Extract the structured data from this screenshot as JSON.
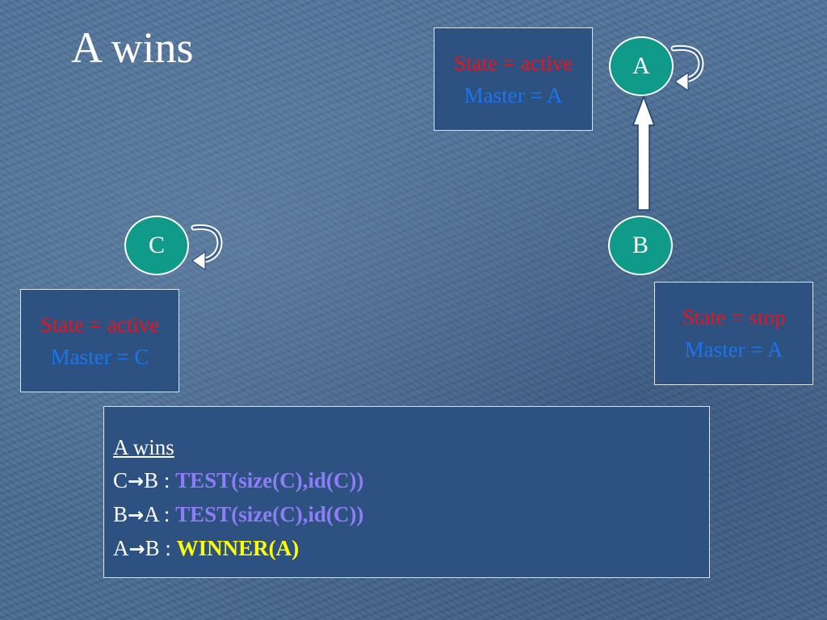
{
  "slide": {
    "title": "A wins"
  },
  "nodes": {
    "a": "A",
    "b": "B",
    "c": "C"
  },
  "state_boxes": {
    "a": {
      "state": "State = active",
      "master": "Master = A"
    },
    "b": {
      "state": "State = stop",
      "master": "Master = A"
    },
    "c": {
      "state": "State = active",
      "master": "Master = C"
    }
  },
  "message_box": {
    "heading": "A wins",
    "arrow_glyph": "→",
    "messages": [
      {
        "from": "C",
        "to": "B",
        "separator": " : ",
        "text": "TEST(size(C),id(C))"
      },
      {
        "from": "B",
        "to": "A",
        "separator": " : ",
        "text": "TEST(size(C),id(C))"
      },
      {
        "from": "A",
        "to": "B",
        "separator": " : ",
        "text": "WINNER(A)"
      }
    ]
  },
  "colors": {
    "node_fill": "#0f9a8a",
    "state_text": "#e8141b",
    "master_text": "#1b74ee",
    "test_text": "#8f7df8",
    "winner_text": "#ffff00"
  }
}
